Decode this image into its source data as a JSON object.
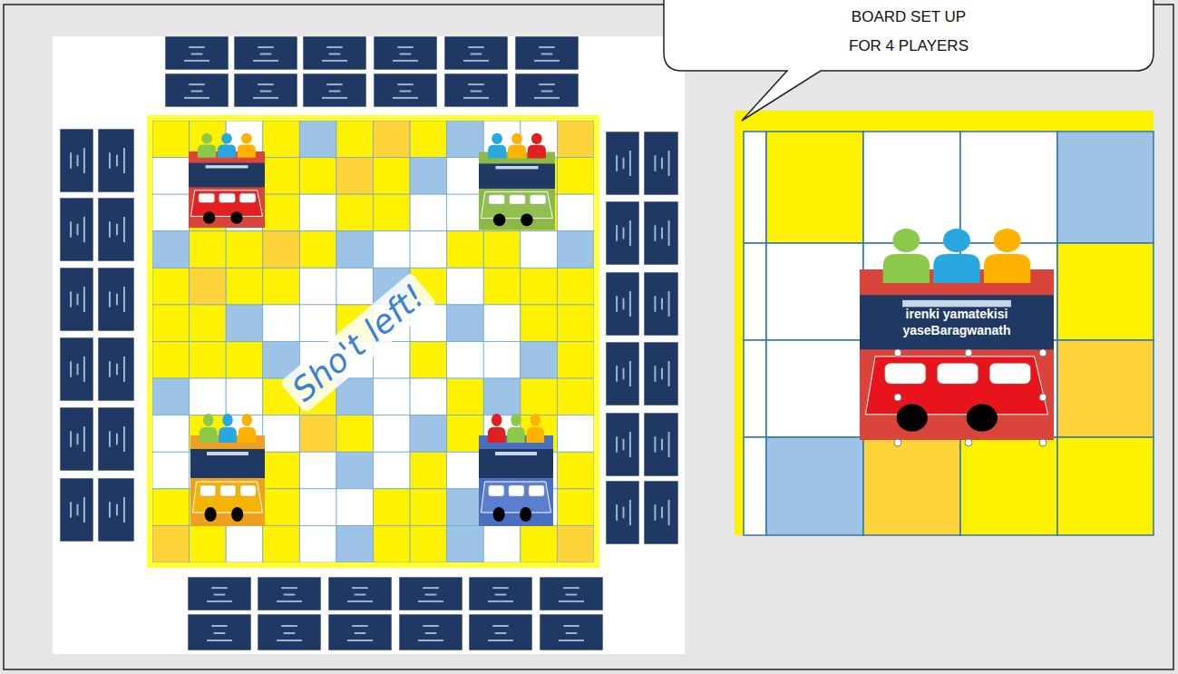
{
  "diagram": {
    "nodes": [
      {
        "text": [
          "BOARD SET UP FOR 4 PLAYERS"
        ]
      }
    ],
    "labels": [
      "Sho't left!",
      "irenki yamatekisi yaseBaragwanath"
    ]
  }
}
